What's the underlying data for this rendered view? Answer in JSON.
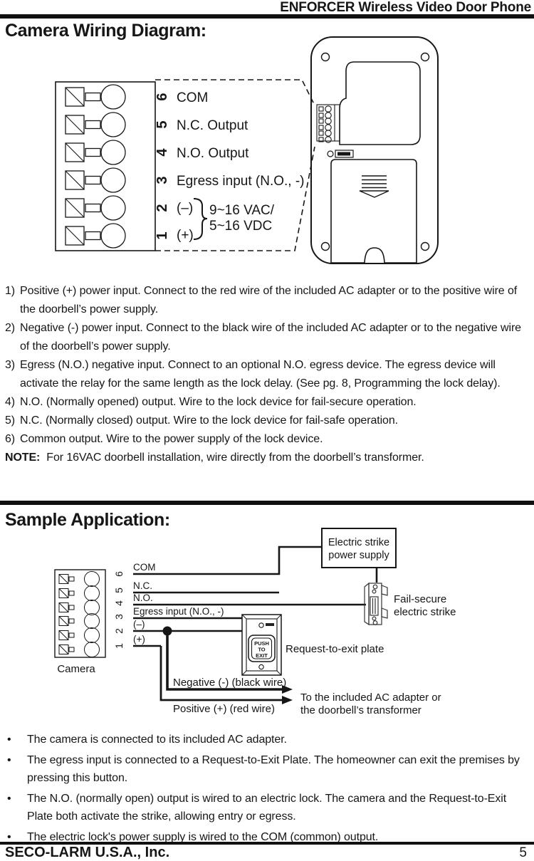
{
  "header": {
    "title": "ENFORCER Wireless Video Door Phone"
  },
  "wiring": {
    "heading": "Camera Wiring Diagram:",
    "terminals": [
      {
        "num": "6",
        "label": "COM"
      },
      {
        "num": "5",
        "label": "N.C. Output"
      },
      {
        "num": "4",
        "label": "N.O. Output"
      },
      {
        "num": "3",
        "label": "Egress input (N.O., -)"
      },
      {
        "num": "2",
        "label": "(–)"
      },
      {
        "num": "1",
        "label": "(+)"
      }
    ],
    "voltage_line1": "9~16 VAC/",
    "voltage_line2": "5~16 VDC",
    "items": [
      {
        "num": "1)",
        "text": "Positive (+) power input. Connect to the red wire of the included AC adapter or to the positive wire of the doorbell’s power supply."
      },
      {
        "num": "2)",
        "text": "Negative (-) power input. Connect to the black wire of the included AC adapter or to the negative wire of the doorbell’s power supply."
      },
      {
        "num": "3)",
        "text": "Egress (N.O.) negative input. Connect to an optional N.O. egress device. The egress device will activate the relay for the same length as the lock delay. (See pg. 8, Programming the lock delay)."
      },
      {
        "num": "4)",
        "text": "N.O. (Normally opened) output. Wire to the lock device for fail-secure operation."
      },
      {
        "num": "5)",
        "text": "N.C. (Normally closed) output. Wire to the lock device for fail-safe operation."
      },
      {
        "num": "6)",
        "text": "Common output. Wire to the power supply of the lock device."
      }
    ],
    "note_label": "NOTE:",
    "note_text": "For 16VAC doorbell installation, wire directly from the doorbell’s transformer."
  },
  "sample": {
    "heading": "Sample Application:",
    "camera_label": "Camera",
    "numbers": [
      "6",
      "5",
      "4",
      "3",
      "2",
      "1"
    ],
    "wires": [
      "COM",
      "N.C.",
      "N.O.",
      "Egress input (N.O., -)",
      "(–)",
      "(+)"
    ],
    "power_supply_line1": "Electric strike",
    "power_supply_line2": "power supply",
    "fail_secure_line1": "Fail-secure",
    "fail_secure_line2": "electric strike",
    "request_plate_label": "Request-to-exit plate",
    "push_button": [
      "PUSH",
      "TO",
      "EXIT"
    ],
    "negative_wire_label": "Negative (-) (black wire)",
    "positive_wire_label": "Positive (+) (red wire)",
    "adapter_note_line1": "To the included AC adapter or",
    "adapter_note_line2": "the doorbell’s transformer",
    "bullet_glyph": "•",
    "bullets": [
      "The camera is connected to its included AC adapter.",
      "The egress input is connected to a Request-to-Exit Plate. The homeowner can exit the premises by pressing this button.",
      "The N.O. (normally open) output is wired to an electric lock. The camera and the Request-to-Exit Plate both activate the strike, allowing entry or egress.",
      "The electric lock's power supply is wired to the COM (common) output."
    ]
  },
  "footer": {
    "company": "SECO-LARM U.S.A., Inc.",
    "page_number": "5"
  }
}
